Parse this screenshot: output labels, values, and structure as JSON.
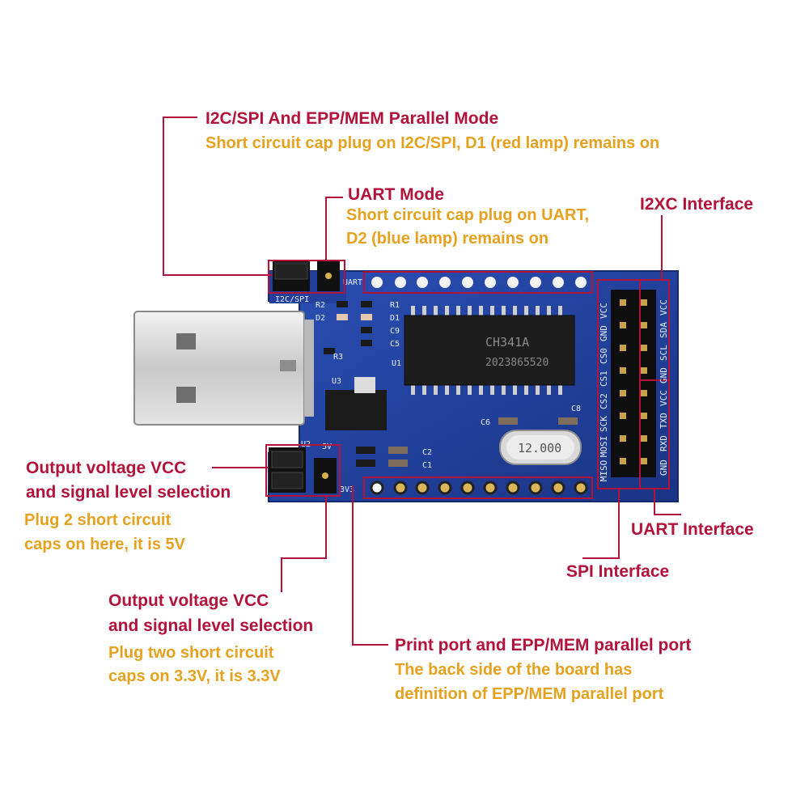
{
  "callouts": {
    "i2c_spi_mode": {
      "title": "I2C/SPI And EPP/MEM Parallel Mode",
      "desc": "Short circuit cap plug on I2C/SPI, D1 (red lamp) remains on"
    },
    "uart_mode": {
      "title": "UART Mode",
      "desc_1": "Short circuit cap plug on UART,",
      "desc_2": "D2 (blue lamp) remains on"
    },
    "i2xc_interface": {
      "title": "I2XC  Interface"
    },
    "uart_interface": {
      "title": "UART  Interface"
    },
    "spi_interface": {
      "title": "SPI Interface"
    },
    "vcc_5v": {
      "title_1": "Output voltage VCC",
      "title_2": "and signal level selection",
      "desc_1": "Plug 2 short circuit",
      "desc_2": "caps on here, it is 5V"
    },
    "vcc_3v3": {
      "title_1": "Output voltage VCC",
      "title_2": "and signal level selection",
      "desc_1": "Plug two short circuit",
      "desc_2": "caps on 3.3V, it is 3.3V"
    },
    "parallel_port": {
      "title": "Print port and EPP/MEM parallel port",
      "desc_1": "The back side of the board has",
      "desc_2": "definition of EPP/MEM parallel port"
    }
  },
  "board": {
    "silkscreen": {
      "uart": "UART",
      "i2c_spi": "I2C/SPI",
      "r2": "R2",
      "d2": "D2",
      "r1": "R1",
      "d1": "D1",
      "c9": "C9",
      "c5": "C5",
      "r3": "R3",
      "u1": "U1",
      "u3": "U3",
      "c8": "C8",
      "c6": "C6",
      "c2": "C2",
      "c1": "C1",
      "u2": "U2",
      "v5": "5V",
      "v3_3": "3V3"
    },
    "chip_marking_1": "CH341A",
    "chip_marking_2": "2023865520",
    "crystal": "12.000",
    "spi_pins": [
      "VCC",
      "GND",
      "CS0",
      "CS1",
      "CS2",
      "SCK",
      "MOSI",
      "MISO"
    ],
    "i2c_uart_pins": [
      "VCC",
      "SDA",
      "SCL",
      "GND",
      "VCC",
      "TXD",
      "RXD",
      "GND"
    ]
  },
  "colors": {
    "callout_title": "#b3123a",
    "callout_desc": "#e6a11f",
    "pcb": "#1f3f9e",
    "leader_line": "#b3123a"
  }
}
